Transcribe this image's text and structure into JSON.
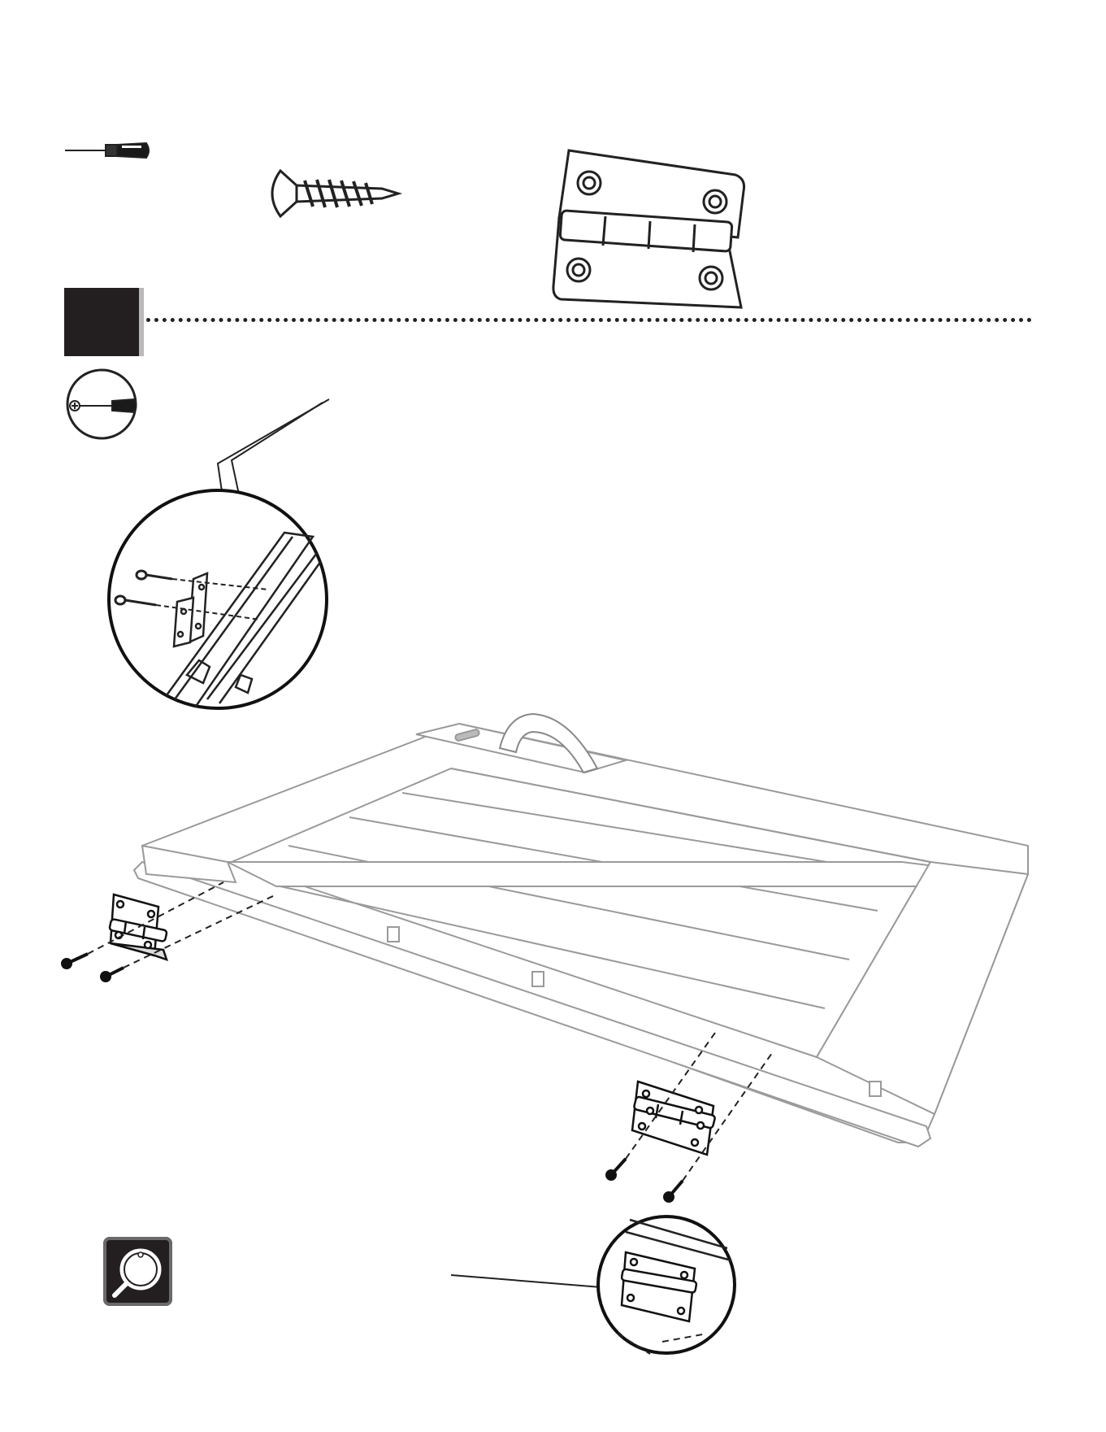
{
  "page": {
    "step_marker": {
      "label": ""
    },
    "tool_badge": {
      "icon": "phillips-screwdriver-icon"
    },
    "parts": [
      {
        "name": "screwdriver",
        "icon": "screwdriver-icon"
      },
      {
        "name": "screw",
        "icon": "screw-icon"
      },
      {
        "name": "hinge",
        "icon": "hinge-icon"
      }
    ],
    "detail_badge": {
      "icon": "magnifier-icon"
    },
    "colors": {
      "ink": "#1a1a1a",
      "line": "#222222",
      "panel": "#ffffff",
      "light_line": "#9a9a9a",
      "marker": "#231f20"
    }
  }
}
